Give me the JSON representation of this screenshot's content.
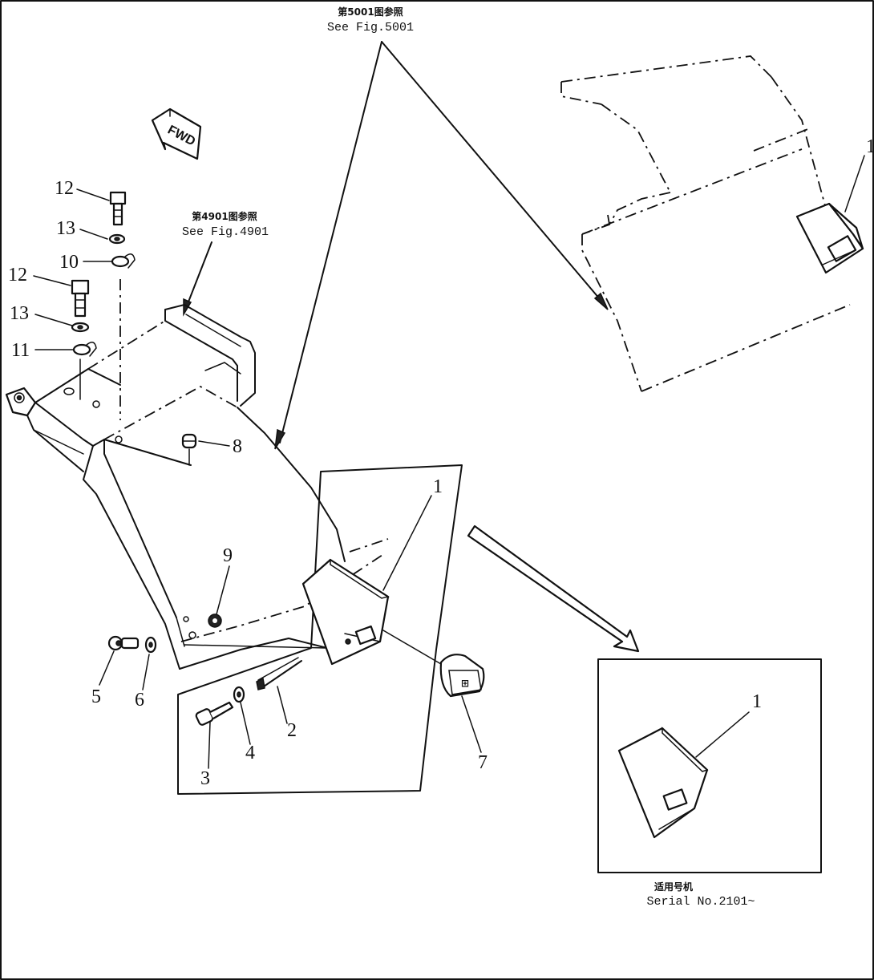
{
  "references": {
    "fig5001_cn": "第5001图参照",
    "fig5001_en": "See Fig.5001",
    "fig4901_cn": "第4901图参照",
    "fig4901_en": "See Fig.4901"
  },
  "direction_marker": "FWD",
  "serial_box": {
    "cn": "适用号机",
    "en": "Serial No.2101~"
  },
  "part_labels": [
    "1",
    "1",
    "1",
    "2",
    "3",
    "4",
    "5",
    "6",
    "7",
    "8",
    "9",
    "10",
    "11",
    "12",
    "12",
    "13",
    "13"
  ]
}
